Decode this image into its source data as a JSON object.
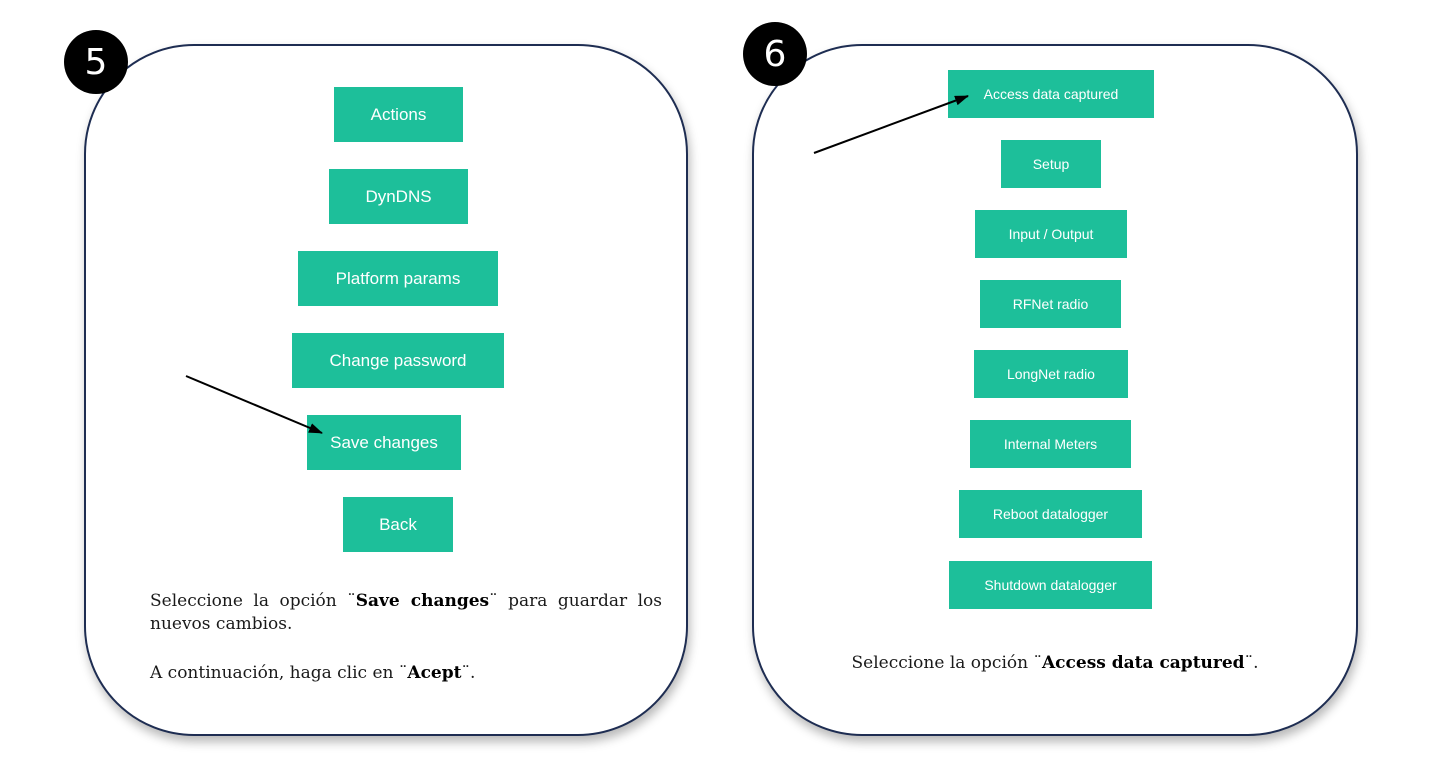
{
  "step5": {
    "number": "5",
    "buttons": [
      "Actions",
      "DynDNS",
      "Platform params",
      "Change password",
      "Save changes",
      "Back"
    ],
    "instruction": {
      "prefix": "Seleccione la opción ¨",
      "bold": "Save changes",
      "suffix": "¨ para guardar los nuevos cambios."
    },
    "continuation": {
      "prefix": "A continuación, haga clic en ¨",
      "bold": "Acept",
      "suffix": "¨."
    }
  },
  "step6": {
    "number": "6",
    "buttons": [
      "Access data captured",
      "Setup",
      "Input / Output",
      "RFNet radio",
      "LongNet radio",
      "Internal Meters",
      "Reboot datalogger",
      "Shutdown datalogger"
    ],
    "instruction": {
      "prefix": "Seleccione la opción ¨",
      "bold": "Access data captured",
      "suffix": "¨."
    }
  },
  "colors": {
    "button": "#1dbf9a",
    "panel_border": "#1e2d52",
    "badge": "#000000"
  }
}
